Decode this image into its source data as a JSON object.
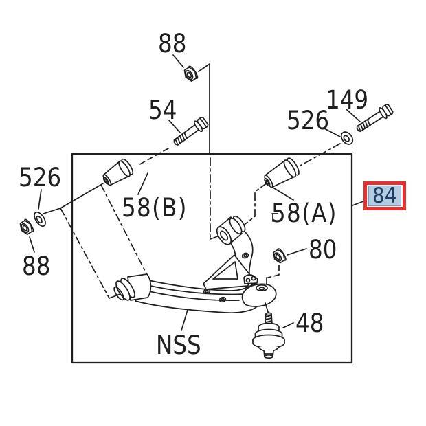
{
  "diagram": {
    "colors": {
      "line": "#1f1f1f",
      "background": "#ffffff"
    },
    "callouts": [
      {
        "id": "88-top",
        "text": "88"
      },
      {
        "id": "54",
        "text": "54"
      },
      {
        "id": "149",
        "text": "149"
      },
      {
        "id": "526-right",
        "text": "526"
      },
      {
        "id": "526-left",
        "text": "526"
      },
      {
        "id": "88-left",
        "text": "88"
      },
      {
        "id": "58-b",
        "text": "58(B)"
      },
      {
        "id": "58-a",
        "text": "58(A)"
      },
      {
        "id": "80",
        "text": "80"
      },
      {
        "id": "48",
        "text": "48"
      },
      {
        "id": "nss",
        "text": "NSS"
      }
    ],
    "highlight": {
      "text": "84",
      "bg_color": "#b3cce4",
      "border_color": "#e8312e",
      "text_color": "#1e3f63"
    },
    "parts": [
      "nut",
      "bolt",
      "washer",
      "bushing-front",
      "bushing-rear",
      "control-arm",
      "ball-joint",
      "stud-nut"
    ]
  }
}
